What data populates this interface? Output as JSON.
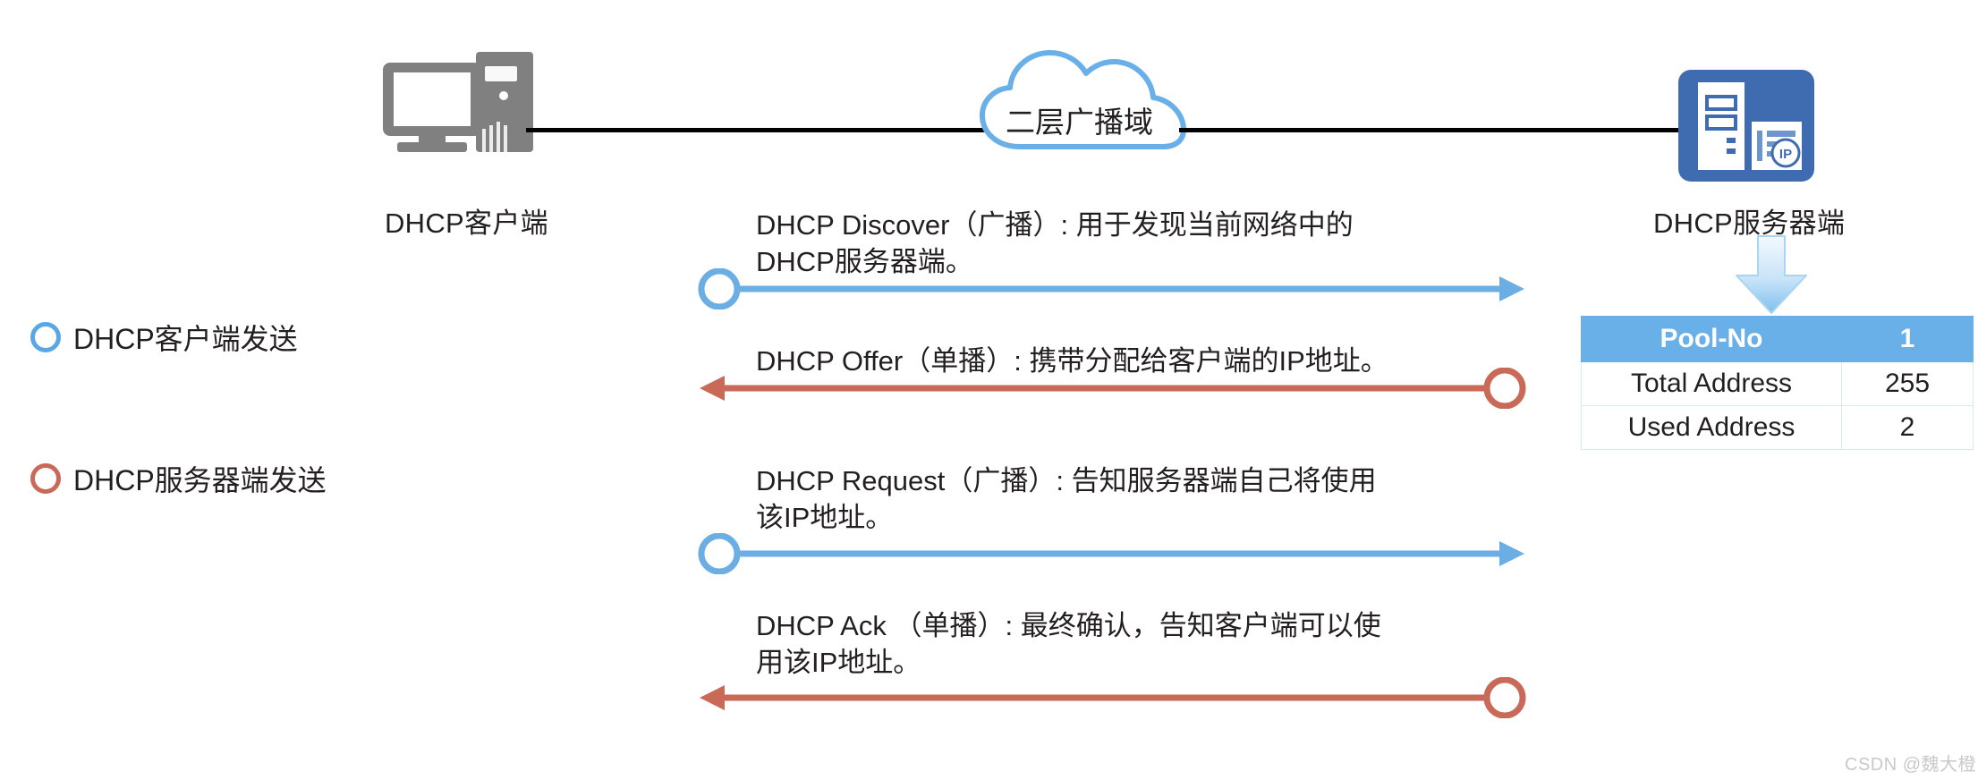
{
  "diagram": {
    "title_present": false,
    "nodes": {
      "client": {
        "label": "DHCP客户端",
        "icon": "desktop-computer-icon",
        "color": "#808080"
      },
      "cloud": {
        "label": "二层广播域",
        "icon": "cloud-icon",
        "color": "#6ab0e8"
      },
      "server": {
        "label": "DHCP服务器端",
        "icon": "server-ip-icon",
        "color": "#3f6cb0"
      }
    },
    "link_color": "#000000",
    "legend": [
      {
        "marker": "circle-outline-icon",
        "color": "#5aa7e8",
        "label": "DHCP客户端发送"
      },
      {
        "marker": "circle-outline-icon",
        "color": "#c96a58",
        "label": "DHCP服务器端发送"
      }
    ],
    "messages": [
      {
        "name": "dhcp-discover",
        "direction": "client-to-server",
        "color": "#6aaee4",
        "lines": [
          "DHCP Discover（广播）: 用于发现当前网络中的",
          "DHCP服务器端。"
        ]
      },
      {
        "name": "dhcp-offer",
        "direction": "server-to-client",
        "color": "#c96a58",
        "lines": [
          "DHCP Offer（单播）: 携带分配给客户端的IP地址。"
        ]
      },
      {
        "name": "dhcp-request",
        "direction": "client-to-server",
        "color": "#6aaee4",
        "lines": [
          "DHCP Request（广播）: 告知服务器端自己将使用",
          "该IP地址。"
        ]
      },
      {
        "name": "dhcp-ack",
        "direction": "server-to-client",
        "color": "#c96a58",
        "lines": [
          "DHCP Ack （单播）: 最终确认，告知客户端可以使",
          "用该IP地址。"
        ]
      }
    ],
    "pool_table": {
      "arrow_icon": "down-arrow-icon",
      "header": {
        "key": "Pool-No",
        "value": "1"
      },
      "rows": [
        {
          "key": "Total Address",
          "value": "255"
        },
        {
          "key": "Used Address",
          "value": "2"
        }
      ],
      "header_bg": "#6ab0e8"
    },
    "watermark": "CSDN @魏大橙"
  }
}
